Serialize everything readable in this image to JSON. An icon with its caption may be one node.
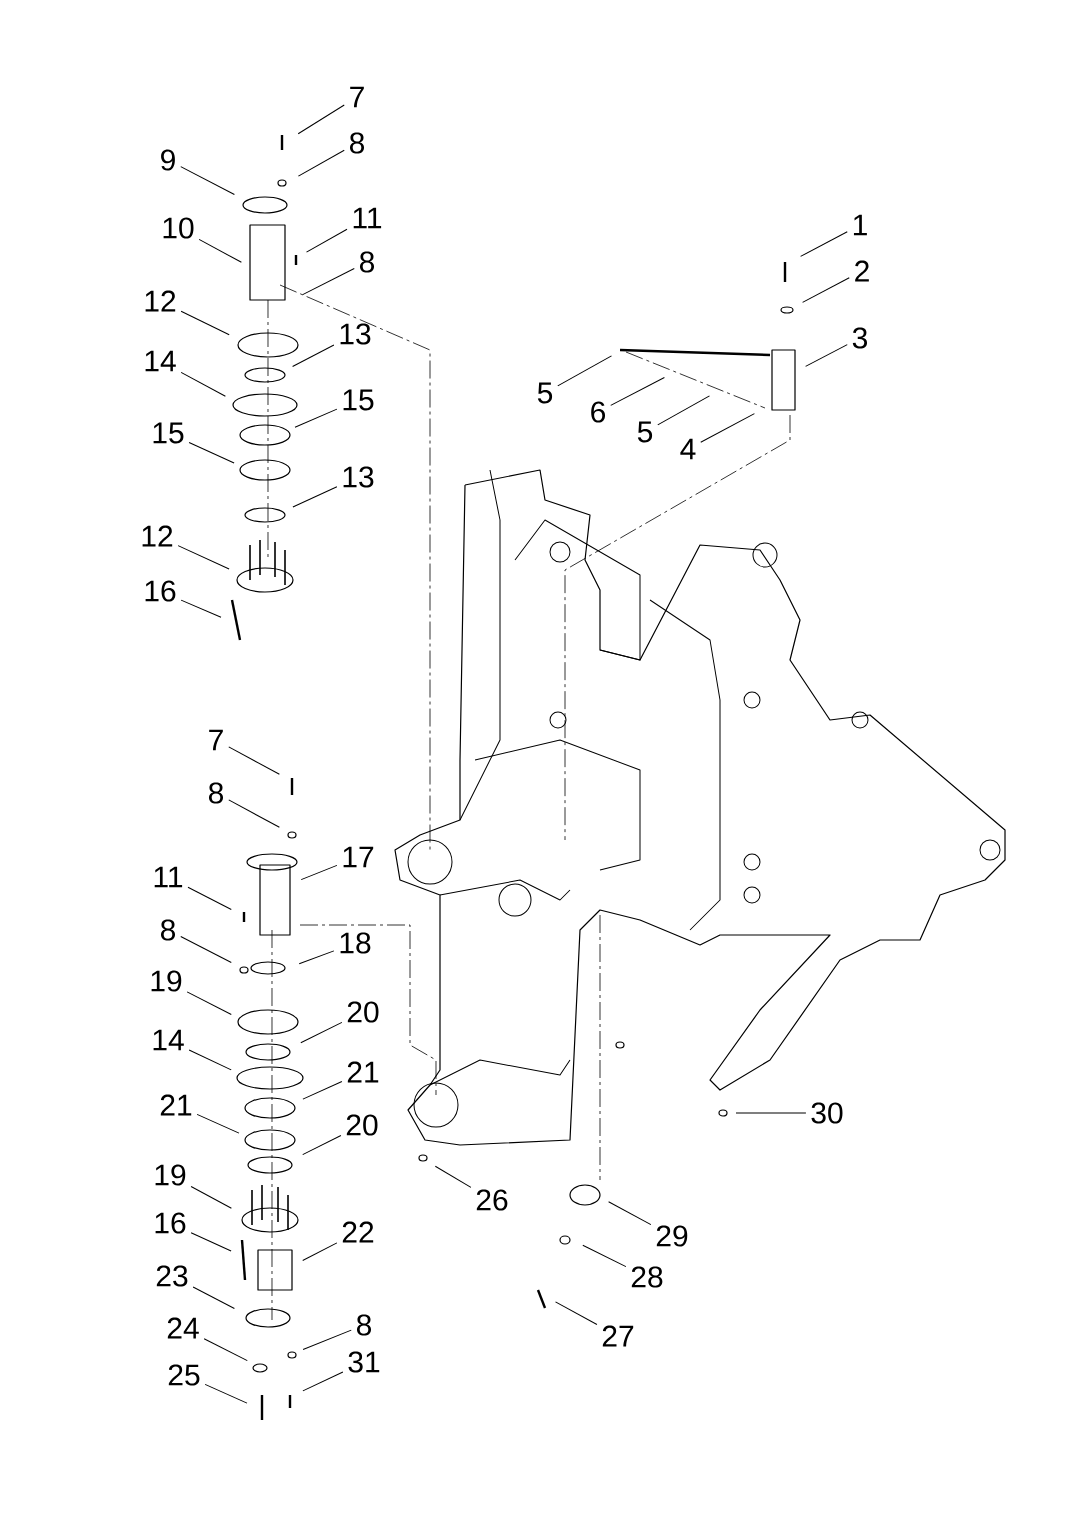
{
  "diagram": {
    "nodes": [
      {
        "text": [
          "7"
        ]
      },
      {
        "text": [
          "8"
        ]
      },
      {
        "text": [
          "9"
        ]
      },
      {
        "text": [
          "11"
        ]
      },
      {
        "text": [
          "10"
        ]
      },
      {
        "text": [
          "8"
        ]
      },
      {
        "text": [
          "12"
        ]
      },
      {
        "text": [
          "13"
        ]
      },
      {
        "text": [
          "14"
        ]
      },
      {
        "text": [
          "15"
        ]
      },
      {
        "text": [
          "15"
        ]
      },
      {
        "text": [
          "13"
        ]
      },
      {
        "text": [
          "12"
        ]
      },
      {
        "text": [
          "16"
        ]
      },
      {
        "text": [
          "1"
        ]
      },
      {
        "text": [
          "2"
        ]
      },
      {
        "text": [
          "3"
        ]
      },
      {
        "text": [
          "5"
        ]
      },
      {
        "text": [
          "6"
        ]
      },
      {
        "text": [
          "5"
        ]
      },
      {
        "text": [
          "4"
        ]
      },
      {
        "text": [
          "7"
        ]
      },
      {
        "text": [
          "8"
        ]
      },
      {
        "text": [
          "17"
        ]
      },
      {
        "text": [
          "11"
        ]
      },
      {
        "text": [
          "8"
        ]
      },
      {
        "text": [
          "18"
        ]
      },
      {
        "text": [
          "19"
        ]
      },
      {
        "text": [
          "20"
        ]
      },
      {
        "text": [
          "14"
        ]
      },
      {
        "text": [
          "21"
        ]
      },
      {
        "text": [
          "21"
        ]
      },
      {
        "text": [
          "20"
        ]
      },
      {
        "text": [
          "30"
        ]
      },
      {
        "text": [
          "19"
        ]
      },
      {
        "text": [
          "26"
        ]
      },
      {
        "text": [
          "16"
        ]
      },
      {
        "text": [
          "22"
        ]
      },
      {
        "text": [
          "29"
        ]
      },
      {
        "text": [
          "28"
        ]
      },
      {
        "text": [
          "23"
        ]
      },
      {
        "text": [
          "8"
        ]
      },
      {
        "text": [
          "24"
        ]
      },
      {
        "text": [
          "27"
        ]
      },
      {
        "text": [
          "31"
        ]
      },
      {
        "text": [
          "25"
        ]
      }
    ],
    "edges": [
      {
        "from": 0,
        "to": null,
        "arrow": "none"
      },
      {
        "from": 1,
        "to": null,
        "arrow": "none"
      },
      {
        "from": 2,
        "to": null,
        "arrow": "none"
      },
      {
        "from": 3,
        "to": null,
        "arrow": "none"
      },
      {
        "from": 4,
        "to": null,
        "arrow": "none"
      },
      {
        "from": 5,
        "to": null,
        "arrow": "none"
      },
      {
        "from": 6,
        "to": null,
        "arrow": "none"
      },
      {
        "from": 7,
        "to": null,
        "arrow": "none"
      },
      {
        "from": 8,
        "to": null,
        "arrow": "none"
      },
      {
        "from": 9,
        "to": null,
        "arrow": "none"
      },
      {
        "from": 10,
        "to": null,
        "arrow": "none"
      },
      {
        "from": 11,
        "to": null,
        "arrow": "none"
      },
      {
        "from": 12,
        "to": null,
        "arrow": "none"
      },
      {
        "from": 13,
        "to": null,
        "arrow": "none"
      },
      {
        "from": 14,
        "to": null,
        "arrow": "none"
      },
      {
        "from": 15,
        "to": null,
        "arrow": "none"
      },
      {
        "from": 16,
        "to": null,
        "arrow": "none"
      },
      {
        "from": 17,
        "to": null,
        "arrow": "none"
      },
      {
        "from": 18,
        "to": null,
        "arrow": "none"
      },
      {
        "from": 19,
        "to": null,
        "arrow": "none"
      },
      {
        "from": 20,
        "to": null,
        "arrow": "none"
      },
      {
        "from": 21,
        "to": null,
        "arrow": "none"
      },
      {
        "from": 22,
        "to": null,
        "arrow": "none"
      },
      {
        "from": 23,
        "to": null,
        "arrow": "none"
      },
      {
        "from": 24,
        "to": null,
        "arrow": "none"
      },
      {
        "from": 25,
        "to": null,
        "arrow": "none"
      },
      {
        "from": 26,
        "to": null,
        "arrow": "none"
      },
      {
        "from": 27,
        "to": null,
        "arrow": "none"
      },
      {
        "from": 28,
        "to": null,
        "arrow": "none"
      },
      {
        "from": 29,
        "to": null,
        "arrow": "none"
      },
      {
        "from": 30,
        "to": null,
        "arrow": "none"
      },
      {
        "from": 31,
        "to": null,
        "arrow": "none"
      },
      {
        "from": 32,
        "to": null,
        "arrow": "none"
      },
      {
        "from": 33,
        "to": null,
        "arrow": "none"
      },
      {
        "from": 34,
        "to": null,
        "arrow": "none"
      },
      {
        "from": 35,
        "to": null,
        "arrow": "none"
      },
      {
        "from": 36,
        "to": null,
        "arrow": "none"
      },
      {
        "from": 37,
        "to": null,
        "arrow": "none"
      },
      {
        "from": 38,
        "to": null,
        "arrow": "none"
      },
      {
        "from": 39,
        "to": null,
        "arrow": "none"
      },
      {
        "from": 40,
        "to": null,
        "arrow": "none"
      },
      {
        "from": 41,
        "to": null,
        "arrow": "none"
      },
      {
        "from": 42,
        "to": null,
        "arrow": "none"
      },
      {
        "from": 43,
        "to": null,
        "arrow": "none"
      },
      {
        "from": 44,
        "to": null,
        "arrow": "none"
      },
      {
        "from": 45,
        "to": null,
        "arrow": "none"
      }
    ]
  }
}
